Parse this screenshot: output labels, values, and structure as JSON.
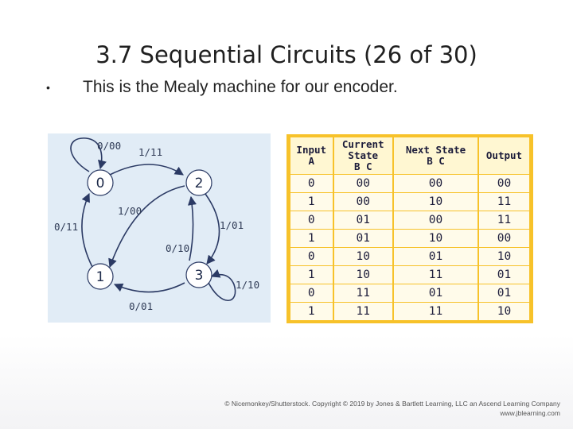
{
  "slide": {
    "title": "3.7 Sequential Circuits (26 of 30)",
    "bullet": "This is the Mealy machine for our encoder."
  },
  "diagram": {
    "states": [
      "0",
      "2",
      "1",
      "3"
    ],
    "transitions": [
      "0/00",
      "1/11",
      "1/00",
      "0/11",
      "1/01",
      "0/10",
      "1/10",
      "0/01"
    ],
    "colors": {
      "background": "#e1ecf6",
      "state_fill": "#ffffff",
      "stroke": "#2b3a64"
    }
  },
  "table": {
    "headers": [
      "Input\nA",
      "Current\nState\nB C",
      "Next State\nB C",
      "Output"
    ],
    "rows": [
      [
        "0",
        "00",
        "00",
        "00"
      ],
      [
        "1",
        "00",
        "10",
        "11"
      ],
      [
        "0",
        "01",
        "00",
        "11"
      ],
      [
        "1",
        "01",
        "10",
        "00"
      ],
      [
        "0",
        "10",
        "01",
        "10"
      ],
      [
        "1",
        "10",
        "11",
        "01"
      ],
      [
        "0",
        "11",
        "01",
        "01"
      ],
      [
        "1",
        "11",
        "11",
        "10"
      ]
    ],
    "colors": {
      "border": "#f7c22a",
      "cell": "#fffbea"
    }
  },
  "credit": {
    "line1": "© Nicemonkey/Shutterstock. Copyright © 2019 by Jones & Bartlett Learning, LLC an Ascend Learning Company",
    "line2": "www.jblearning.com"
  }
}
